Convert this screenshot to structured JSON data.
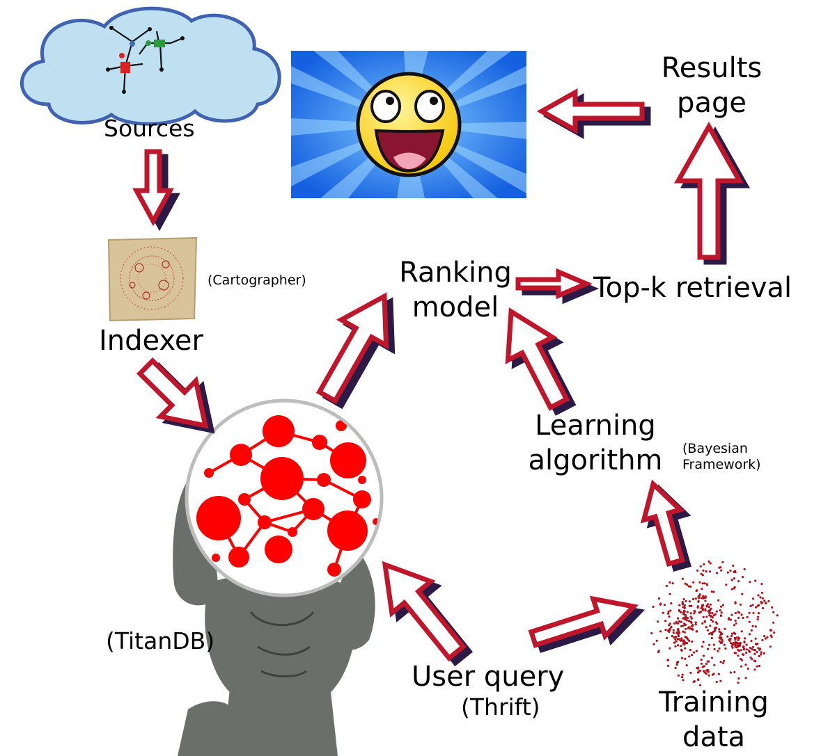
{
  "nodes": {
    "sources": "Sources",
    "cartographer": "(Cartographer)",
    "indexer": "Indexer",
    "titandb": "(TitanDB)",
    "ranking_line1": "Ranking",
    "ranking_line2": "model",
    "topk": "Top-k retrieval",
    "results_line1": "Results",
    "results_line2": "page",
    "learning_line1": "Learning",
    "learning_line2": "algorithm",
    "bayesian_line1": "(Bayesian",
    "bayesian_line2": "Framework)",
    "userquery": "User query",
    "thrift": "(Thrift)",
    "training_line1": "Training",
    "training_line2": "data"
  },
  "colors": {
    "arrow_fill": "#ffffff",
    "arrow_outline": "#c0162c",
    "arrow_shadow": "#2a1a45",
    "network_red": "#ff0000",
    "cloud_fill": "#bfe0f0",
    "cloud_outline": "#3f63b0",
    "banner_blue": "#1d6ff0",
    "smiley_yellow": "#ffe23c",
    "parchment": "#d9c39a",
    "statue_gray": "#6b6f6c"
  },
  "icons": [
    "cloud-icon",
    "stick-figure-network-icon",
    "happy-face-banner-icon",
    "parchment-map-icon",
    "atlas-statue-icon",
    "red-network-globe-icon",
    "scatter-cluster-icon"
  ]
}
